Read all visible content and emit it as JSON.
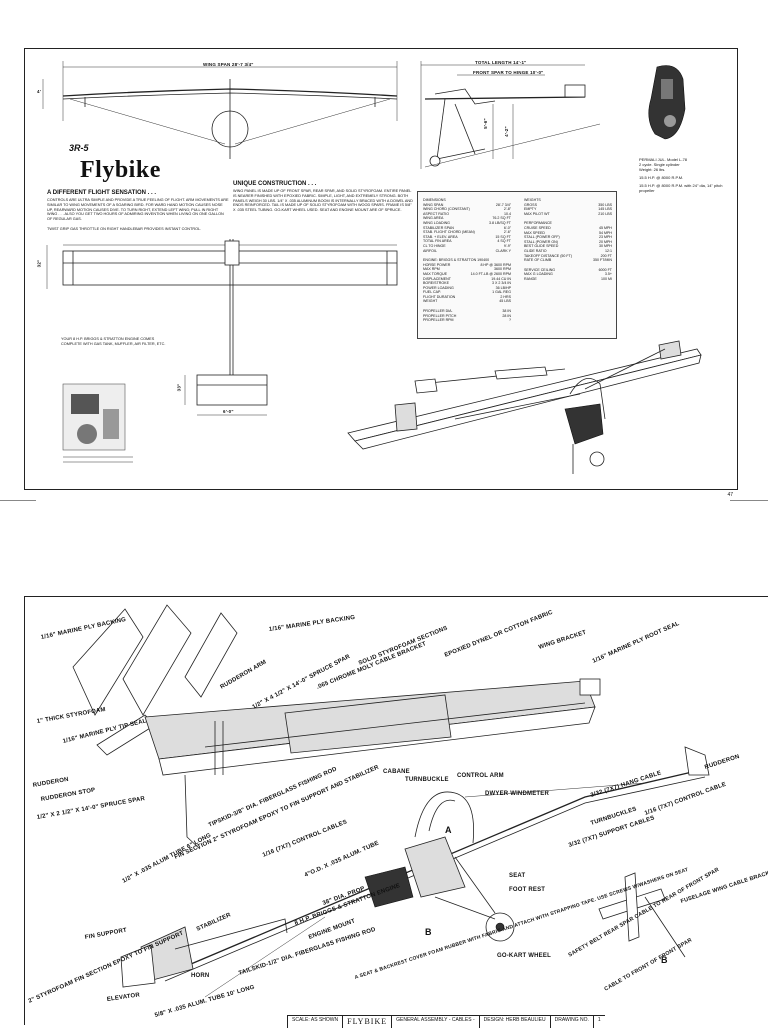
{
  "sheet1": {
    "title": "Flybike",
    "logo_text": "3R-5",
    "page_number": "47",
    "wingspan_dim": "WING SPAN 28'-7 3/4\"",
    "front_height_dim": "4'",
    "total_length_dim": "TOTAL LENGTH 14'-1\"",
    "front_spar_dim": "FRONT SPAR TO HINGE 10'-0\"",
    "side_height_dim": "5'-6\"",
    "side_height2_dim": "4'-2\"",
    "chord_dim": "32\"",
    "tail_height_dim": "33\"",
    "tail_span_dim": "6'-0\"",
    "engine_caption": [
      "PERMALI JUL. Model L-78",
      "2 cycle. Single cylinder",
      "Weight: 26 lbs.",
      "15.5 H.P. @ 8000 R.P.M.",
      "15.5 H.P. @ 8000 R.P.M. with 24\" dia, 14\" pitch propeller"
    ],
    "section1_heading": "A DIFFERENT FLIGHT SENSATION . . .",
    "section1_text": "CONTROLS ARE ULTRA SIMPLE AND PROVIDE A TRUE FEELING OF FLIGHT. ARM MOVEMENTS ARE SIMILAR TO WING MOVEMENTS OF A SOARING BIRD. FOR WARD HAND MOTION CAUSES NOSE UP, REARWARD MOTION CAUSES DIVE. TO TURN RIGHT, EXTEND LEFT WING; PULL IN RIGHT WING . . . ALSO YOU GET TWO HOURS OF ADMIRING INVENTION WHEN LIVING ON ONE GALLON OF REGULAR GAS.",
    "section1_text2": "TWIST GRIP GAS THROTTLE ON RIGHT HANDLEBAR PROVIDES INSTANT CONTROL.",
    "section2_heading": "UNIQUE CONSTRUCTION . . .",
    "section2_text": "WING PANEL IS MADE UP OF FRONT SPAR, REAR SPAR, AND SOLID STYROFOAM. ENTIRE PANEL IS NEARER FINISHED WITH EPOXIED FABRIC. SIMPLE, LIGHT, AND EXTREMELY STRONG. BOTH PANELS WEIGH 30 LBS. 1/4\" x .035 ALUMINUM BOOM IS INTERNALLY BRACED WITH A DOWEL AND ENDS REINFORCED. TAIL IS MADE UP OF SOLID STYROFOAM WITH WOOD SPARS. FRAME IS 5/8\" x .035 STEEL TUBING. GO-KART WHEEL USED. SEAT AND ENGINE MOUNT ARE OF SPRUCE.",
    "engine_note": "YOUR 8 H.P. BRIGGS & STRATTON ENGINE COMES COMPLETE WITH GAS TANK, MUFFLER, AIR FILTER, ETC.",
    "spec_left": [
      {
        "k": "DIMENSIONS",
        "v": ""
      },
      {
        "k": "WING SPAN",
        "v": "28'-7 3/4\""
      },
      {
        "k": "WING CHORD (CONSTANT)",
        "v": "2'-8\""
      },
      {
        "k": "ASPECT RATIO",
        "v": "10.4"
      },
      {
        "k": "WING AREA",
        "v": "76.2 SQ FT"
      },
      {
        "k": "WING LOADING",
        "v": "3.8 LB/SQ FT"
      },
      {
        "k": "STABILIZER SPAN",
        "v": "6'-0\""
      },
      {
        "k": "STAB. FLIGHT CHORD (MEAN)",
        "v": "2'-6\""
      },
      {
        "k": "STAB. + ELEV. AREA",
        "v": "15 SQ FT"
      },
      {
        "k": "TOTAL FIN AREA",
        "v": "4 SQ FT"
      },
      {
        "k": "CL TO HINGE",
        "v": "9'-9\""
      },
      {
        "k": "AIRFOIL",
        "v": "CLARK Y"
      },
      {
        "k": "",
        "v": ""
      },
      {
        "k": "ENGINE: BRIGGS & STRATTON 190400",
        "v": ""
      },
      {
        "k": "HORSE POWER",
        "v": "8 HP @ 3600 RPM"
      },
      {
        "k": "MAX RPM",
        "v": "3600 RPM"
      },
      {
        "k": "MAX TORQUE",
        "v": "14.0 FT-LB @ 2600 RPM"
      },
      {
        "k": "DISPLACEMENT",
        "v": "19.44 CU IN"
      },
      {
        "k": "BORE/STROKE",
        "v": "3 x 2 3/4 IN"
      },
      {
        "k": "POWER LOADING",
        "v": "36 LB/HP"
      },
      {
        "k": "FUEL CAP.",
        "v": "1 GAL REG"
      },
      {
        "k": "FLIGHT DURATION",
        "v": "2 HRS"
      },
      {
        "k": "WEIGHT",
        "v": "45 LBS"
      },
      {
        "k": "",
        "v": ""
      },
      {
        "k": "PROPELLER DIA.",
        "v": "38 IN"
      },
      {
        "k": "PROPELLER PITCH",
        "v": "28 IN"
      },
      {
        "k": "PROPELLER RPM",
        "v": "?"
      }
    ],
    "spec_right": [
      {
        "k": "WEIGHTS",
        "v": ""
      },
      {
        "k": "GROSS",
        "v": "350 LBS"
      },
      {
        "k": "EMPTY",
        "v": "145 LBS"
      },
      {
        "k": "MAX PILOT WT",
        "v": "210 LBS"
      },
      {
        "k": "",
        "v": ""
      },
      {
        "k": "PERFORMANCE",
        "v": ""
      },
      {
        "k": "CRUISE SPEED",
        "v": "45 MPH"
      },
      {
        "k": "MAX SPEED",
        "v": "54 MPH"
      },
      {
        "k": "STALL (POWER OFF)",
        "v": "23 MPH"
      },
      {
        "k": "STALL (POWER ON)",
        "v": "20 MPH"
      },
      {
        "k": "BEST GLIDE SPEED",
        "v": "30 MPH"
      },
      {
        "k": "GLIDE RATIO",
        "v": "12:1"
      },
      {
        "k": "TAKEOFF DISTANCE (50 FT)",
        "v": "200 FT"
      },
      {
        "k": "RATE OF CLIMB",
        "v": "350 FT/MIN"
      },
      {
        "k": "",
        "v": ""
      },
      {
        "k": "SERVICE CEILING",
        "v": "6000 FT"
      },
      {
        "k": "MAX G LOADING",
        "v": "3.5+"
      },
      {
        "k": "RANGE",
        "v": "100 MI"
      }
    ]
  },
  "sheet2": {
    "callouts": {
      "marine_ply_backing_left": "1/16\" MARINE PLY BACKING",
      "marine_ply_backing_right": "1/16\" MARINE PLY BACKING",
      "thick_styrofoam": "1\" THICK STYROFOAM",
      "marine_ply_tip_seal": "1/16\" MARINE PLY TIP SEAL",
      "rudderon_arm": "RUDDERON ARM",
      "spruce_spar_top": "1/2\" x 4 1/2\" x 14'-0\" SPRUCE SPAR",
      "chrome_moly": ".065 CHROME MOLY CABLE BRACKET",
      "solid_styrofoam": "SOLID STYROFOAM SECTIONS",
      "epoxied_dynel": "EPOXIED DYNEL OR COTTON FABRIC",
      "wing_bracket": "WING BRACKET",
      "marine_ply_root": "1/16\" MARINE PLY ROOT SEAL",
      "rudderon_left": "RUDDERON",
      "rudderon_stop": "RUDDERON STOP",
      "spruce_spar_bottom": "1/2\" x 2 1/2\" x 14'-0\" SPRUCE SPAR",
      "tipskid": "TIPSKID-3/8\" DIA. FIBERGLASS FISHING ROD",
      "alum_tube": "1/2\" x .035 ALUM TUBE 6\" LONG",
      "cabane": "CABANE",
      "turnbuckle": "TURNBUCKLE",
      "control_arm": "CONTROL ARM",
      "dwyer": "DWYER WINDMETER",
      "hang_cable": "3/32 (7x7) HANG CABLE",
      "rudderon_right": "RUDDERON",
      "fin_section": "FIN SECTION 2\" STYROFOAM EPOXY TO FIN SUPPORT AND STABILIZER",
      "control_cables": "1/16 (7x7) CONTROL CABLES",
      "alum_tube_4": "4\"O.D. x .035 ALUM. TUBE",
      "prop": "38\" DIA. PROP",
      "engine": "8 H.P. BRIGGS & STRATTON ENGINE",
      "engine_mount": "ENGINE MOUNT",
      "turnbuckles": "TURNBUCKLES",
      "support_cables": "3/32 (7x7) SUPPORT CABLES",
      "control_cable_r": "1/16 (7x7) CONTROL CABLE",
      "seat": "SEAT",
      "foot_rest": "FOOT REST",
      "fin_support": "FIN SUPPORT",
      "stabilizer": "STABILIZER",
      "styrofoam_fin": "2\" STYROFOAM FIN SECTION EPOXY TO FIN SUPPORT",
      "elevator": "ELEVATOR",
      "horn": "HORN",
      "tailskid": "TAILSKID-1/2\" DIA. FIBERGLASS FISHING ROD",
      "seat_backrest": "A SEAT & BACKREST COVER FOAM RUBBER WITH FABRIC AND ATTACH WITH STRAPPING TAPE. USE SCREWS W/WASHERS ON SEAT",
      "go_kart": "GO-KART WHEEL",
      "safety_belt": "SAFETY BELT REAR SPAR CABLE TO REAR OF FRONT SPAR",
      "cable_front": "CABLE TO FRONT OF FRONT SPAR",
      "fuselage_bracket": "FUSELAGE WING CABLE BRACKET",
      "alum_bottom": "5/8\" x .035 ALUM. TUBE 10' LONG",
      "label_a": "A",
      "label_b": "B",
      "label_b2": "B"
    },
    "title_block": {
      "scale": "SCALE: AS SHOWN",
      "name": "FLYBIKE",
      "desc": "GENERAL ASSEMBLY - CABLES -",
      "design": "DESIGN: HERB BEAULIEU",
      "drawing": "DRAWING NO.",
      "drawing_num": "1"
    }
  }
}
